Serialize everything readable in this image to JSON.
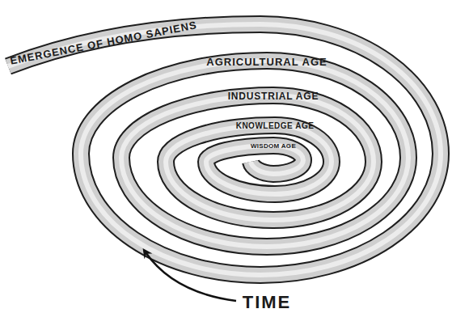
{
  "diagram": {
    "labels": [
      "EMERGENCE OF HOMO SAPIENS",
      "AGRICULTURAL AGE",
      "INDUSTRIAL AGE",
      "KNOWLEDGE AGE",
      "WISDOM AGE",
      "TIME"
    ]
  }
}
